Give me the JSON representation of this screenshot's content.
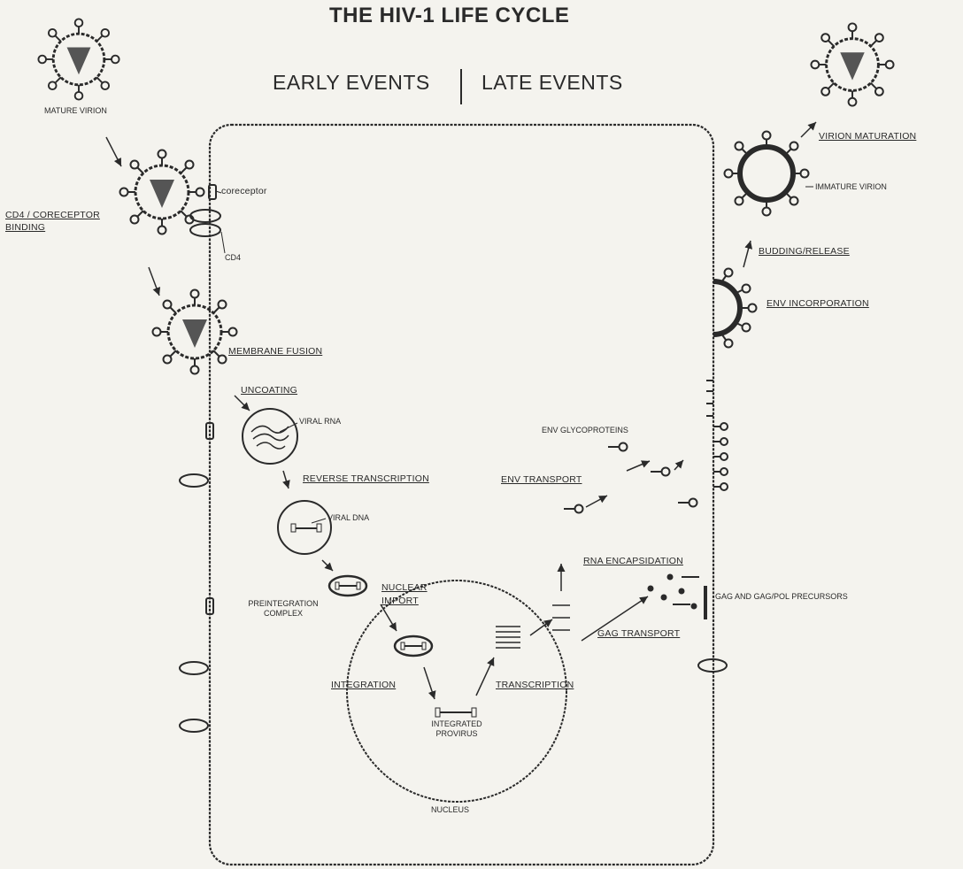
{
  "title": "THE HIV-1 LIFE CYCLE",
  "phases": {
    "early": "EARLY EVENTS",
    "late": "LATE EVENTS"
  },
  "labels": {
    "mature_virion": "MATURE VIRION",
    "coreceptor": "coreceptor",
    "cd4": "CD4",
    "viral_rna": "VIRAL RNA",
    "viral_dna": "VIRAL DNA",
    "preintegration_complex": "PREINTEGRATION COMPLEX",
    "integrated_provirus": "INTEGRATED PROVIRUS",
    "nucleus": "NUCLEUS",
    "env_glycoproteins": "ENV GLYCOPROTEINS",
    "gag_precursors": "GAG AND GAG/POL PRECURSORS",
    "immature_virion": "IMMATURE VIRION"
  },
  "steps": {
    "binding": "CD4 / CORECEPTOR BINDING",
    "membrane_fusion": "MEMBRANE FUSION",
    "uncoating": "UNCOATING",
    "reverse_transcription": "REVERSE TRANSCRIPTION",
    "nuclear_import": "NUCLEAR IMPORT",
    "integration": "INTEGRATION",
    "transcription": "TRANSCRIPTION",
    "env_transport": "ENV TRANSPORT",
    "rna_encapsidation": "RNA ENCAPSIDATION",
    "gag_transport": "GAG TRANSPORT",
    "env_incorporation": "ENV INCORPORATION",
    "budding_release": "BUDDING/RELEASE",
    "virion_maturation": "VIRION MATURATION"
  },
  "colors": {
    "ink": "#2a2a2a",
    "background": "#f4f3ee",
    "core": "#555555"
  }
}
